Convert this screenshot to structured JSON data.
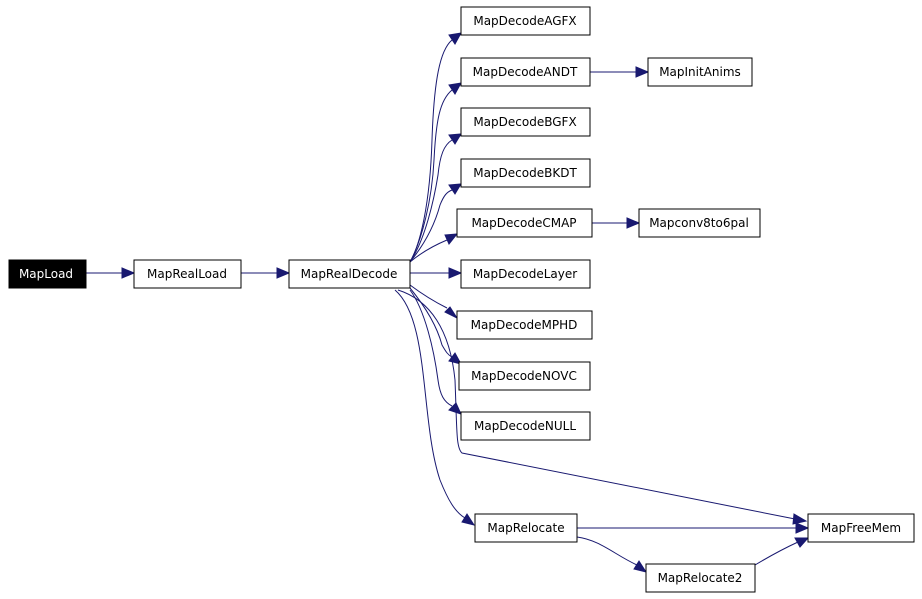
{
  "graph": {
    "edge_color": "#191970",
    "root_fill": "#000000",
    "nodes": {
      "MapLoad": "MapLoad",
      "MapRealLoad": "MapRealLoad",
      "MapRealDecode": "MapRealDecode",
      "MapDecodeAGFX": "MapDecodeAGFX",
      "MapDecodeANDT": "MapDecodeANDT",
      "MapInitAnims": "MapInitAnims",
      "MapDecodeBGFX": "MapDecodeBGFX",
      "MapDecodeBKDT": "MapDecodeBKDT",
      "MapDecodeCMAP": "MapDecodeCMAP",
      "Mapconv8to6pal": "Mapconv8to6pal",
      "MapDecodeLayer": "MapDecodeLayer",
      "MapDecodeMPHD": "MapDecodeMPHD",
      "MapDecodeNOVC": "MapDecodeNOVC",
      "MapDecodeNULL": "MapDecodeNULL",
      "MapRelocate": "MapRelocate",
      "MapFreeMem": "MapFreeMem",
      "MapRelocate2": "MapRelocate2"
    },
    "edges": [
      [
        "MapLoad",
        "MapRealLoad"
      ],
      [
        "MapRealLoad",
        "MapRealDecode"
      ],
      [
        "MapRealDecode",
        "MapDecodeAGFX"
      ],
      [
        "MapRealDecode",
        "MapDecodeANDT"
      ],
      [
        "MapDecodeANDT",
        "MapInitAnims"
      ],
      [
        "MapRealDecode",
        "MapDecodeBGFX"
      ],
      [
        "MapRealDecode",
        "MapDecodeBKDT"
      ],
      [
        "MapRealDecode",
        "MapDecodeCMAP"
      ],
      [
        "MapDecodeCMAP",
        "Mapconv8to6pal"
      ],
      [
        "MapRealDecode",
        "MapDecodeLayer"
      ],
      [
        "MapRealDecode",
        "MapDecodeMPHD"
      ],
      [
        "MapRealDecode",
        "MapDecodeNOVC"
      ],
      [
        "MapRealDecode",
        "MapDecodeNULL"
      ],
      [
        "MapRealDecode",
        "MapFreeMem"
      ],
      [
        "MapRealDecode",
        "MapRelocate"
      ],
      [
        "MapRelocate",
        "MapFreeMem"
      ],
      [
        "MapRelocate",
        "MapRelocate2"
      ],
      [
        "MapRelocate2",
        "MapFreeMem"
      ]
    ]
  }
}
